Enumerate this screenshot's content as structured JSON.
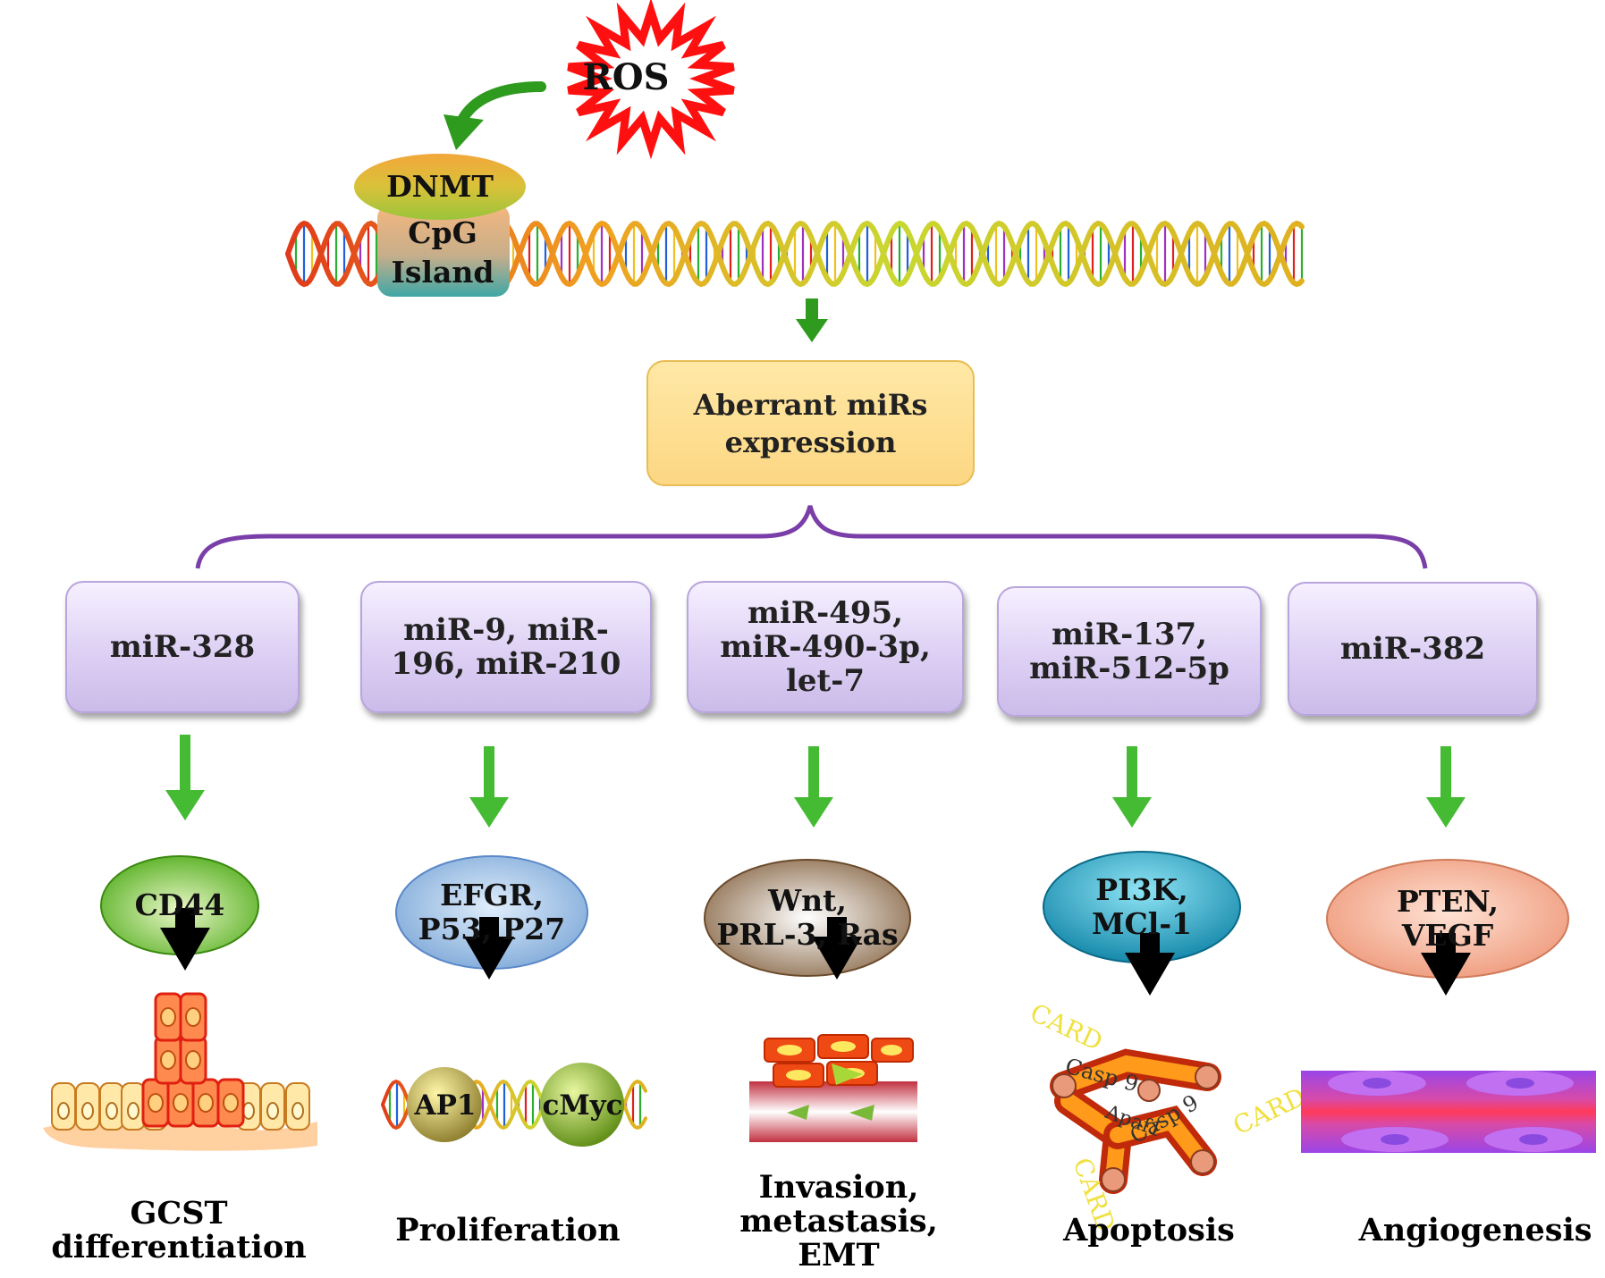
{
  "ros": {
    "label": "ROS"
  },
  "dnmt": {
    "label": "DNMT"
  },
  "cpg": {
    "line1": "CpG",
    "line2": "Island"
  },
  "aberrant": {
    "line1": "Aberrant miRs",
    "line2": "expression"
  },
  "branches": [
    {
      "mir": [
        "miR-328"
      ],
      "target": [
        "CD44"
      ],
      "outcome": [
        "GCST differentiation"
      ],
      "target_color": "#7fcf3a"
    },
    {
      "mir": [
        "miR-9, miR-",
        "196, miR-210"
      ],
      "target": [
        "EFGR,",
        "P53, P27"
      ],
      "target_color": "#a8c8ec"
    },
    {
      "mir": [
        "miR-495,",
        "miR-490-3p,",
        "let-7"
      ],
      "target": [
        "Wnt,",
        "PRL-3, Ras"
      ],
      "outcome": [
        "Invasion,",
        "metastasis,",
        "EMT"
      ],
      "target_color": "#c9ad8a"
    },
    {
      "mir": [
        "miR-137,",
        "miR-512-5p"
      ],
      "target": [
        "PI3K,",
        "MCl-1"
      ],
      "outcome": [
        "Apoptosis"
      ],
      "target_color": "#1aa4c4"
    },
    {
      "mir": [
        "miR-382"
      ],
      "target": [
        "PTEN,",
        "VEGF"
      ],
      "outcome": [
        "Angiogenesis"
      ],
      "target_color": "#f2a98c"
    }
  ],
  "branch_outcome_2": [
    "Proliferation"
  ],
  "illustrations": {
    "proliferation": {
      "left": "AP1",
      "right": "cMyc"
    },
    "apoptosis": {
      "card": "CARD",
      "casp": "Casp 9",
      "apaf": "Apaf1"
    }
  },
  "colors": {
    "green_arrow": "#44bb33",
    "dark_green_arrow": "#2e9a1e",
    "bracket": "#7a3ea8",
    "black_arrow": "#000000"
  }
}
